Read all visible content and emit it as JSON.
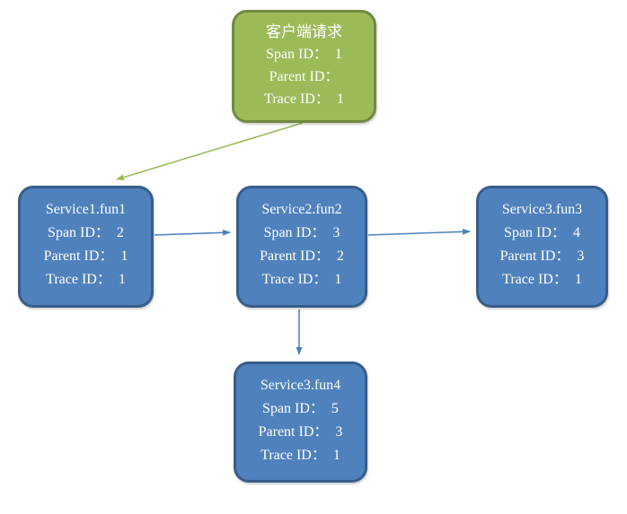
{
  "diagram": {
    "colors": {
      "page_bg": "#ffffff",
      "green_fill": "#9bbb59",
      "green_border": "#71893f",
      "blue_fill": "#4f81bd",
      "blue_border": "#385d8a",
      "green_arrow": "#9bbb59",
      "blue_arrow": "#4f81bd",
      "node_text": "#ffffff"
    },
    "nodes": [
      {
        "id": "client-request",
        "variant": "green",
        "title": "客户端请求",
        "span_line": "Span ID：  1",
        "parent_line": "Parent ID：",
        "trace_line": "Trace ID：  1"
      },
      {
        "id": "service1-fun1",
        "variant": "blue",
        "title": "Service1.fun1",
        "span_line": "Span ID：  2",
        "parent_line": "Parent ID：  1",
        "trace_line": "Trace ID：  1"
      },
      {
        "id": "service2-fun2",
        "variant": "blue",
        "title": "Service2.fun2",
        "span_line": "Span ID：  3",
        "parent_line": "Parent ID：  2",
        "trace_line": "Trace ID：  1"
      },
      {
        "id": "service3-fun3",
        "variant": "blue",
        "title": "Service3.fun3",
        "span_line": "Span ID：  4",
        "parent_line": "Parent ID：  3",
        "trace_line": "Trace ID：  1"
      },
      {
        "id": "service3-fun4",
        "variant": "blue",
        "title": "Service3.fun4",
        "span_line": "Span ID：  5",
        "parent_line": "Parent ID：  3",
        "trace_line": "Trace ID：  1"
      }
    ],
    "arrows": [
      {
        "from": "client-request",
        "to": "service1-fun1",
        "color": "green"
      },
      {
        "from": "service1-fun1",
        "to": "service2-fun2",
        "color": "blue"
      },
      {
        "from": "service2-fun2",
        "to": "service3-fun3",
        "color": "blue"
      },
      {
        "from": "service2-fun2",
        "to": "service3-fun4",
        "color": "blue"
      }
    ]
  }
}
